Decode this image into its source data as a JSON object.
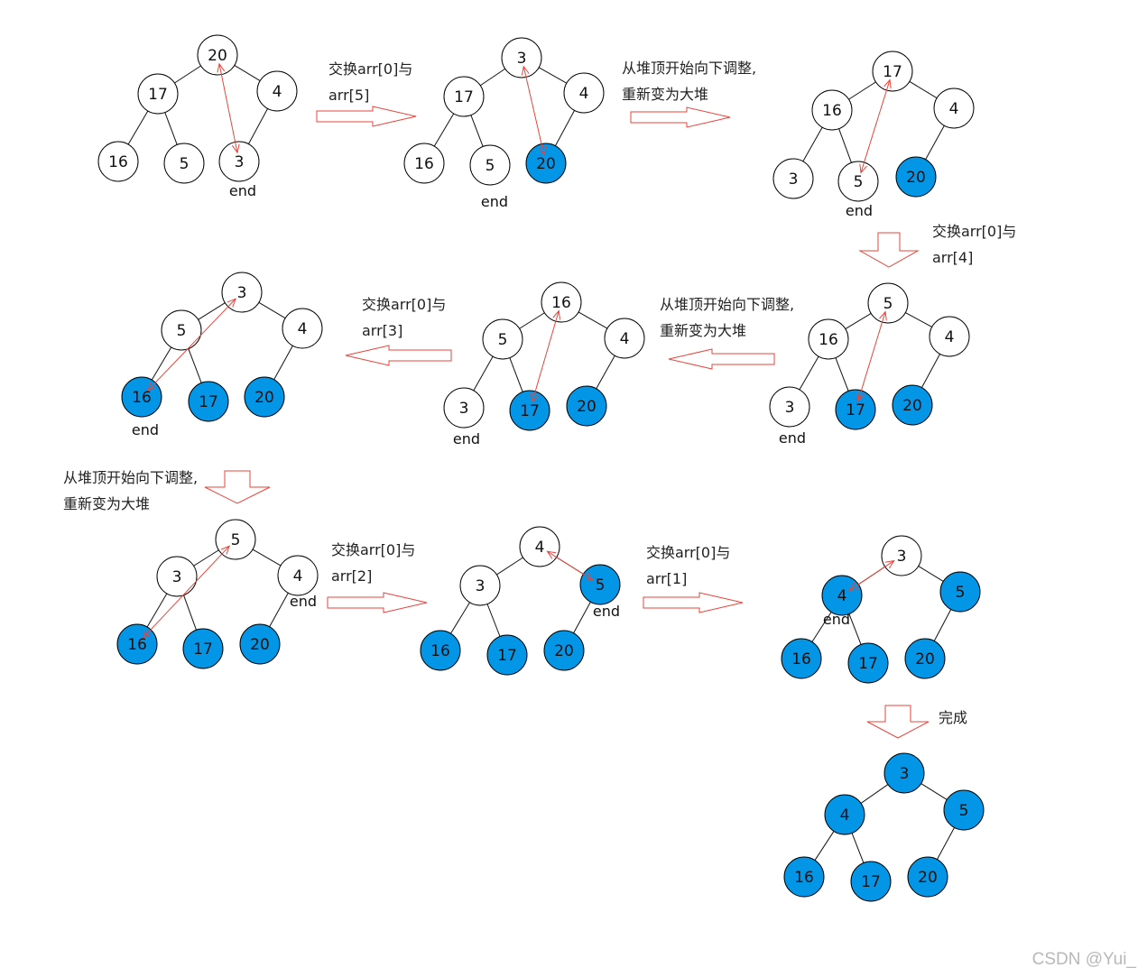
{
  "colors": {
    "filled": "#0496e6",
    "arrow": "#e8453c",
    "edge": "#111111"
  },
  "captions": {
    "swap5_l1": "交换arr[0]与",
    "swap5_l2": "arr[5]",
    "adjust_l1": "从堆顶开始向下调整,",
    "adjust_l2": "重新变为大堆",
    "swap4_l1": "交换arr[0]与",
    "swap4_l2": "arr[4]",
    "swap3_l1": "交换arr[0]与",
    "swap3_l2": "arr[3]",
    "swap2_l1": "交换arr[0]与",
    "swap2_l2": "arr[2]",
    "swap1_l1": "交换arr[0]与",
    "swap1_l2": "arr[1]",
    "done": "完成"
  },
  "watermark": "CSDN @Yui_",
  "trees": [
    {
      "id": "t1",
      "nodes": [
        [
          "20",
          false
        ],
        [
          "17",
          false
        ],
        [
          "4",
          false
        ],
        [
          "16",
          false
        ],
        [
          "5",
          false
        ],
        [
          "3",
          false
        ]
      ],
      "end": "end"
    },
    {
      "id": "t2",
      "nodes": [
        [
          "3",
          false
        ],
        [
          "17",
          false
        ],
        [
          "4",
          false
        ],
        [
          "16",
          false
        ],
        [
          "5",
          false
        ],
        [
          "20",
          true
        ]
      ],
      "end": "end"
    },
    {
      "id": "t3",
      "nodes": [
        [
          "17",
          false
        ],
        [
          "16",
          false
        ],
        [
          "4",
          false
        ],
        [
          "3",
          false
        ],
        [
          "5",
          false
        ],
        [
          "20",
          true
        ]
      ],
      "end": "end"
    },
    {
      "id": "t4",
      "nodes": [
        [
          "5",
          false
        ],
        [
          "16",
          false
        ],
        [
          "4",
          false
        ],
        [
          "3",
          false
        ],
        [
          "17",
          true
        ],
        [
          "20",
          true
        ]
      ],
      "end": "end"
    },
    {
      "id": "t5",
      "nodes": [
        [
          "16",
          false
        ],
        [
          "5",
          false
        ],
        [
          "4",
          false
        ],
        [
          "3",
          false
        ],
        [
          "17",
          true
        ],
        [
          "20",
          true
        ]
      ],
      "end": "end"
    },
    {
      "id": "t6",
      "nodes": [
        [
          "3",
          false
        ],
        [
          "5",
          false
        ],
        [
          "4",
          false
        ],
        [
          "16",
          true
        ],
        [
          "17",
          true
        ],
        [
          "20",
          true
        ]
      ],
      "end": "end"
    },
    {
      "id": "t7",
      "nodes": [
        [
          "5",
          false
        ],
        [
          "3",
          false
        ],
        [
          "4",
          false
        ],
        [
          "16",
          true
        ],
        [
          "17",
          true
        ],
        [
          "20",
          true
        ]
      ],
      "end": "end"
    },
    {
      "id": "t8",
      "nodes": [
        [
          "4",
          false
        ],
        [
          "3",
          false
        ],
        [
          "5",
          true
        ],
        [
          "16",
          true
        ],
        [
          "17",
          true
        ],
        [
          "20",
          true
        ]
      ],
      "end": "end"
    },
    {
      "id": "t9",
      "nodes": [
        [
          "3",
          false
        ],
        [
          "4",
          true
        ],
        [
          "5",
          true
        ],
        [
          "16",
          true
        ],
        [
          "17",
          true
        ],
        [
          "20",
          true
        ]
      ],
      "end": "end"
    },
    {
      "id": "t10",
      "nodes": [
        [
          "3",
          true
        ],
        [
          "4",
          true
        ],
        [
          "5",
          true
        ],
        [
          "16",
          true
        ],
        [
          "17",
          true
        ],
        [
          "20",
          true
        ]
      ],
      "end": ""
    }
  ]
}
